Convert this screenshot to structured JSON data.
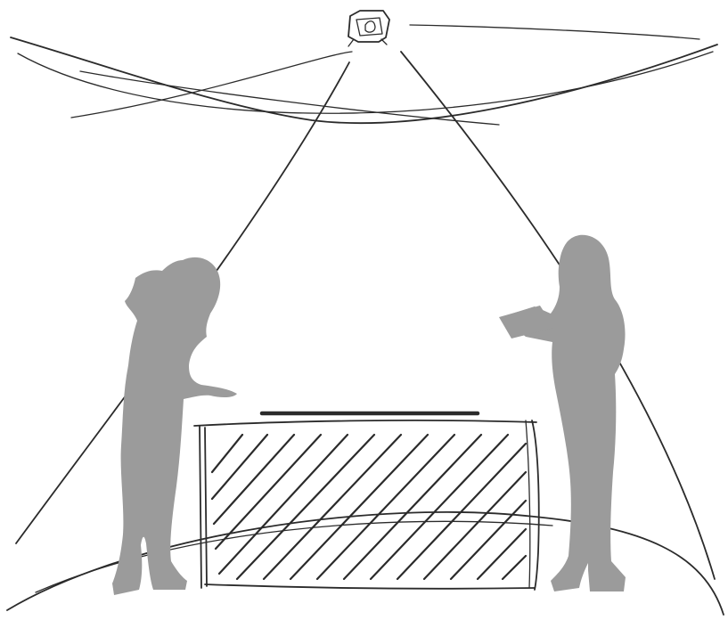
{
  "scene": {
    "type": "hand-drawn sketch",
    "elements": [
      "projector-icon",
      "light-cone",
      "ceiling-strokes",
      "floor-ellipse",
      "hatched-table",
      "person-left-silhouette",
      "person-right-silhouette"
    ],
    "colors": {
      "paper": "#ffffff",
      "ink": "#2b2b2b",
      "silhouette": "#9b9b9b"
    }
  }
}
